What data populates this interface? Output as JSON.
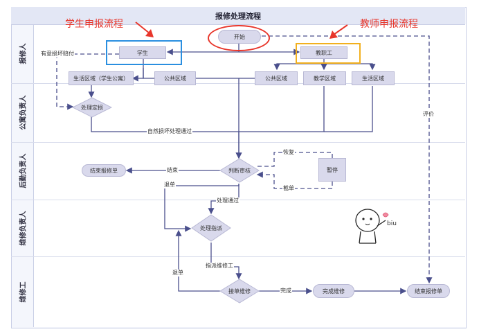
{
  "title": "报修处理流程",
  "annotations": {
    "student": "学生申报流程",
    "teacher": "教师申报流程"
  },
  "lanes": [
    "报修人",
    "公寓负责人",
    "后勤负责人",
    "维修负责人",
    "维修工"
  ],
  "nodes": {
    "start": "开始",
    "student": "学生",
    "staff": "教职工",
    "student_living": "生活区域（学生公寓）",
    "student_public": "公共区域",
    "staff_public": "公共区域",
    "staff_teaching": "教学区域",
    "staff_living": "生活区域",
    "determine_loss": "处理定损",
    "judge_review": "判断审核",
    "pause": "暂停",
    "end_report": "结束报修单",
    "process_dispatch": "处理指派",
    "accept_repair": "接单维修",
    "complete_repair": "完成维修",
    "end_report_2": "结束报修单"
  },
  "edge_labels": {
    "deliberate_damage": "有意损坏赔付",
    "natural_damage": "自然损坏处理通过",
    "resume": "恢复",
    "hold": "截单",
    "finish": "结束",
    "return_1": "退单",
    "process_pass": "处理通过",
    "assign_worker": "指派维修工",
    "return_2": "退单",
    "complete": "完成",
    "evaluate": "评价"
  },
  "sticker_text": "biu",
  "colors": {
    "node_fill": "#d9d9ec",
    "line": "#4a4f8c",
    "student_box": "#2a8fe0",
    "teacher_box": "#f2b01e",
    "annotation": "#e8362b"
  }
}
